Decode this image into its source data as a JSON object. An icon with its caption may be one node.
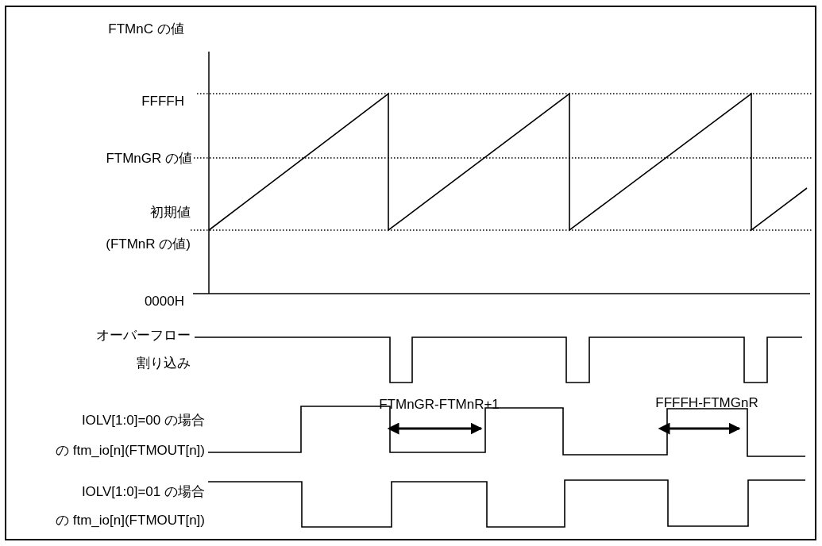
{
  "diagram": {
    "labels": [
      "FTMnC の値",
      "FFFFH",
      "FTMnGR の値",
      "初期値",
      "(FTMnR の値)",
      "0000H",
      "オーバーフロー",
      "割り込み",
      "FTMnGR-FTMnR+1",
      "FFFFH-FTMGnR",
      "IOLV[1:0]=00 の場合",
      "の ftm_io[n](FTMOUT[n])",
      "IOLV[1:0]=01 の場合",
      "の ftm_io[n](FTMOUT[n])"
    ]
  }
}
